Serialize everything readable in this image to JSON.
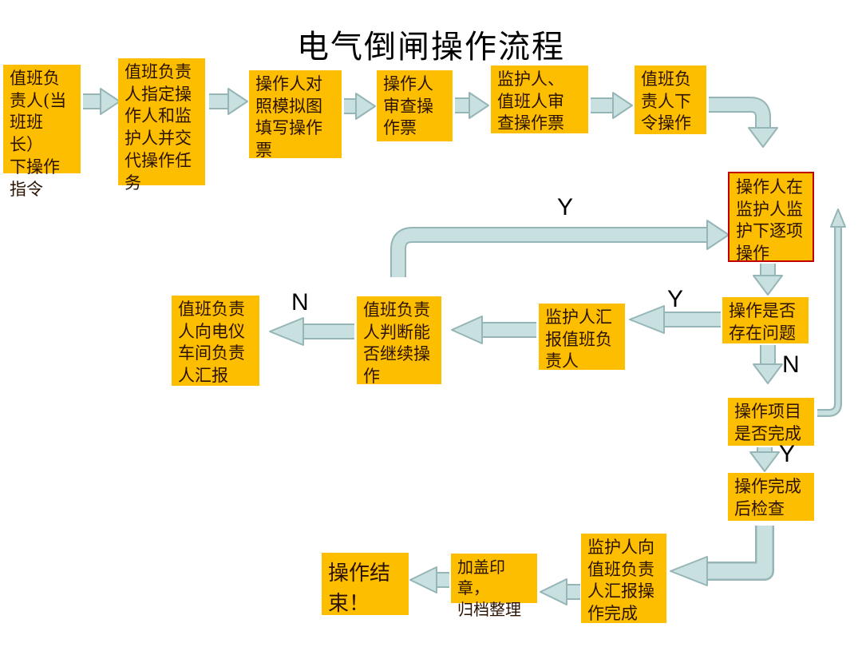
{
  "title": "电气倒闸操作流程",
  "colors": {
    "box_fill": "#FDBE00",
    "box_text": "#2B1200",
    "highlight_border": "#C00000",
    "arrow_fill": "#C8E0DF",
    "arrow_stroke": "#96B5B6"
  },
  "boxes": [
    {
      "id": "duty-leader-order",
      "text": "值班负\n责人(当\n班班长）\n下操作\n指令"
    },
    {
      "id": "assign-operators",
      "text": "值班负责\n人指定操\n作人和监\n护人并交\n代操作任\n务"
    },
    {
      "id": "fill-ticket",
      "text": "操作人对\n照模拟图\n填写操作\n票"
    },
    {
      "id": "operator-review",
      "text": "操作人\n审查操\n作票"
    },
    {
      "id": "guardian-review",
      "text": "监护人、\n值班人审\n查操作票"
    },
    {
      "id": "leader-command",
      "text": "值班负\n责人下\n令操作"
    },
    {
      "id": "execute-under-guard",
      "text": "操作人在\n监护人监\n护下逐项\n操作"
    },
    {
      "id": "problem-check",
      "text": "操作是否\n存在问题"
    },
    {
      "id": "guardian-report",
      "text": "监护人汇\n报值班负\n责人"
    },
    {
      "id": "leader-judge",
      "text": "值班负责\n人判断能\n否继续操\n作"
    },
    {
      "id": "report-workshop",
      "text": "值班负责\n人向电仪\n车间负责\n人汇报"
    },
    {
      "id": "items-complete-check",
      "text": "操作项目\n是否完成"
    },
    {
      "id": "post-completion-check",
      "text": "操作完成\n后检查"
    },
    {
      "id": "report-completion",
      "text": "监护人向\n值班负责\n人汇报操\n作完成"
    },
    {
      "id": "stamp-archive",
      "text": "加盖印章，\n归档整理"
    },
    {
      "id": "operation-end",
      "text": "操作结\n束！"
    }
  ],
  "labels": {
    "continue_yes": "Y",
    "problem_yes": "Y",
    "continue_no": "N",
    "problem_no": "N",
    "complete_yes": "Y"
  }
}
